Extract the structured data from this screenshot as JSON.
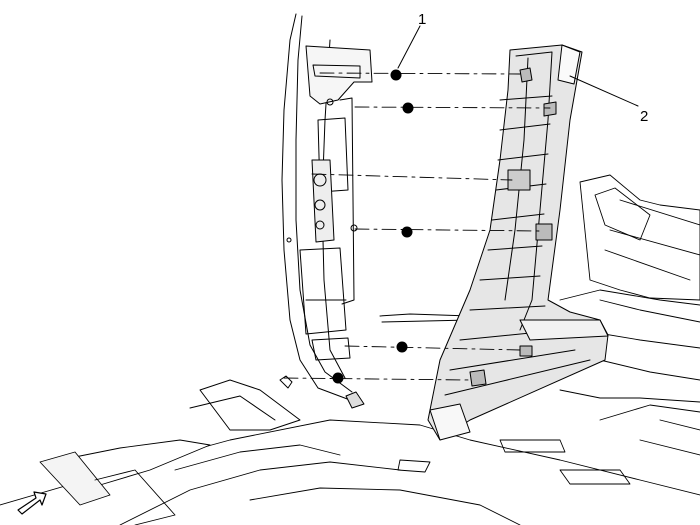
{
  "callouts": [
    {
      "id": "1",
      "label": "1"
    },
    {
      "id": "2",
      "label": "2"
    }
  ],
  "icons": {
    "view_arrow": "view-direction-arrow-icon"
  },
  "colors": {
    "line": "#000000",
    "panel_shade": "#cfcfcf",
    "background": "#ffffff"
  }
}
